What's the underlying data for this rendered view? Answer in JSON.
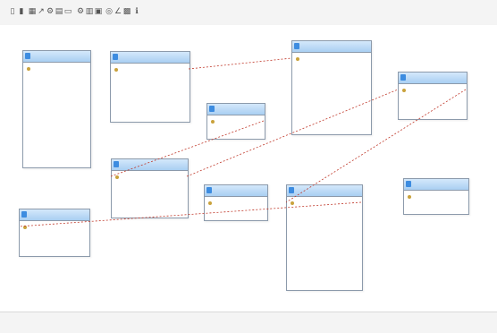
{
  "toolbar": {
    "icons": [
      {
        "name": "toggle-panel-icon",
        "glyph": "▯"
      },
      {
        "name": "save-icon",
        "glyph": "▮"
      },
      {
        "name": "table-icon",
        "glyph": "▦"
      },
      {
        "name": "relation-icon",
        "glyph": "↗"
      },
      {
        "name": "settings-icon",
        "glyph": "⚙"
      },
      {
        "name": "grid-icon",
        "glyph": "▤"
      },
      {
        "name": "small-table-icon",
        "glyph": "▭"
      },
      {
        "name": "options-icon",
        "glyph": "⚙"
      },
      {
        "name": "layout-icon",
        "glyph": "▥"
      },
      {
        "name": "export-icon",
        "glyph": "▣"
      },
      {
        "name": "zoom-icon",
        "glyph": "◎"
      },
      {
        "name": "angular-icon",
        "glyph": "∠"
      },
      {
        "name": "pdf-icon",
        "glyph": "▩"
      },
      {
        "name": "info-icon",
        "glyph": "ℹ"
      }
    ]
  },
  "tables": [
    {
      "id": "t1",
      "title": "",
      "columns": [
        {
          "text": "",
          "key": true
        },
        {
          "text": ""
        },
        {
          "text": ""
        },
        {
          "text": ""
        },
        {
          "text": ""
        },
        {
          "text": ""
        },
        {
          "text": ""
        },
        {
          "text": ""
        },
        {
          "text": ""
        }
      ]
    },
    {
      "id": "t2",
      "title": "",
      "columns": [
        {
          "text": "",
          "key": true
        },
        {
          "text": ""
        },
        {
          "text": ""
        },
        {
          "text": ""
        },
        {
          "text": ""
        }
      ]
    },
    {
      "id": "t3",
      "title": "",
      "columns": [
        {
          "text": "",
          "key": true
        },
        {
          "text": ""
        },
        {
          "text": ""
        },
        {
          "text": ""
        },
        {
          "text": ""
        },
        {
          "text": ""
        },
        {
          "text": ""
        }
      ]
    },
    {
      "id": "t4",
      "title": "",
      "columns": [
        {
          "text": "",
          "key": true
        },
        {
          "text": ""
        }
      ]
    },
    {
      "id": "t5",
      "title": "",
      "columns": [
        {
          "text": "",
          "key": true
        },
        {
          "text": ""
        },
        {
          "text": ""
        }
      ]
    },
    {
      "id": "t6",
      "title": "",
      "columns": [
        {
          "text": "",
          "key": true
        },
        {
          "text": ""
        },
        {
          "text": ""
        },
        {
          "text": ""
        }
      ]
    },
    {
      "id": "t7",
      "title": "",
      "columns": [
        {
          "text": "",
          "key": true
        },
        {
          "text": ""
        }
      ]
    },
    {
      "id": "t8",
      "title": "",
      "columns": [
        {
          "text": "",
          "key": true
        },
        {
          "text": ""
        },
        {
          "text": ""
        }
      ]
    },
    {
      "id": "t9",
      "title": "",
      "columns": [
        {
          "text": "",
          "key": true
        },
        {
          "text": ""
        },
        {
          "text": ""
        },
        {
          "text": ""
        },
        {
          "text": ""
        },
        {
          "text": ""
        },
        {
          "text": ""
        },
        {
          "text": ""
        }
      ]
    },
    {
      "id": "t10",
      "title": "",
      "columns": [
        {
          "text": "",
          "key": true
        },
        {
          "text": ""
        }
      ]
    }
  ],
  "relations": [
    {
      "from": "t2",
      "to": "t3"
    },
    {
      "from": "t4",
      "to": "t6"
    },
    {
      "from": "t6",
      "to": "t5"
    },
    {
      "from": "t5",
      "to": "t9"
    },
    {
      "from": "t9",
      "to": "t8"
    }
  ]
}
